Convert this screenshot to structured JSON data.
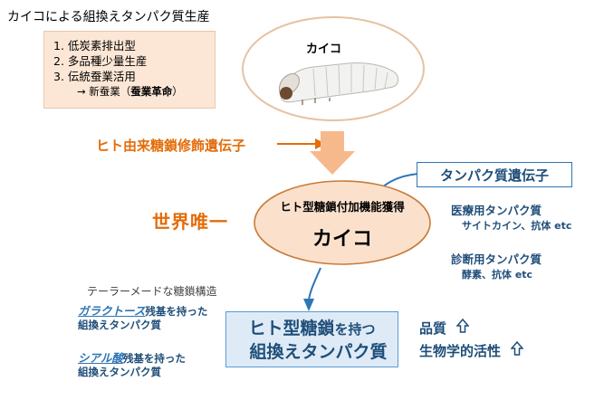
{
  "title": "カイコによる組換えタンパク質生産",
  "features": {
    "items": [
      "1. 低炭素排出型",
      "2. 多品種少量生産",
      "3. 伝統蚕業活用"
    ],
    "arrow_prefix": "→ 新蚕業（",
    "arrow_bold": "蚕業革命",
    "arrow_suffix": "）"
  },
  "silkworm": {
    "label": "カイコ"
  },
  "human_gene": "ヒト由来糖鎖修飾遺伝子",
  "world_first": "世界唯一",
  "center": {
    "subtitle": "ヒト型糖鎖付加機能獲得",
    "main": "カイコ"
  },
  "protein_gene": "タンパク質遺伝子",
  "medical": {
    "heading": "医療用タンパク質",
    "examples": "サイトカイン、抗体 etc"
  },
  "diagnostic": {
    "heading": "診断用タンパク質",
    "examples": "酵素、抗体 etc"
  },
  "tailor": "テーラーメードな糖鎖構造",
  "galactose": {
    "highlight": "ガラクトース",
    "rest": "残基を持った",
    "line2": "組換えタンパク質"
  },
  "sialic": {
    "highlight": "シアル酸",
    "rest": "残基を持った",
    "line2": "組換えタンパク質"
  },
  "result": {
    "line1a": "ヒト型糖鎖",
    "line1b": "を持つ",
    "line2": "組換えタンパク質"
  },
  "outcomes": {
    "quality": "品質",
    "bioactivity": "生物学的活性"
  },
  "colors": {
    "orange": "#e46c0a",
    "blue": "#1f4e79",
    "accent_blue": "#2e75b6",
    "peach": "#fce7d6",
    "light_blue": "#deebf7"
  }
}
